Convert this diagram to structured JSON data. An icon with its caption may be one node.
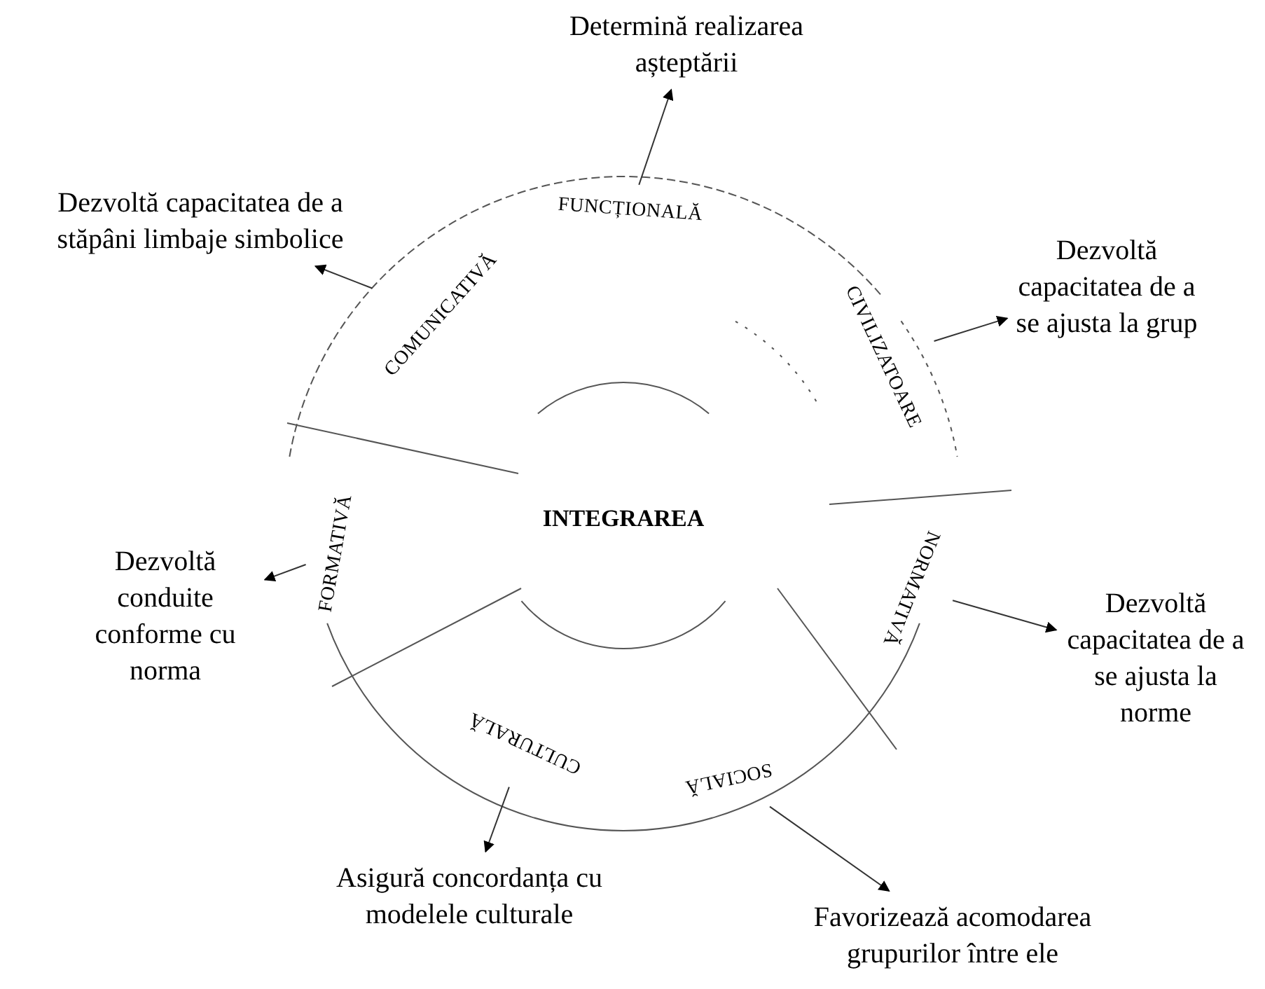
{
  "diagram": {
    "nodes": [
      {
        "text": [
          "INTEGRAREA"
        ]
      },
      {
        "text": [
          "FUNCȚIONALĂ"
        ]
      },
      {
        "text": [
          "COMUNICATIVĂ"
        ]
      },
      {
        "text": [
          "CIVILIZATOARE"
        ]
      },
      {
        "text": [
          "FORMATIVĂ"
        ]
      },
      {
        "text": [
          "NORMATIVĂ"
        ]
      },
      {
        "text": [
          "CULTURALĂ"
        ]
      },
      {
        "text": [
          "SOCIALĂ"
        ]
      },
      {
        "text": [
          "Determină realizarea așteptării"
        ]
      },
      {
        "text": [
          "Dezvoltă capacitatea de a stăpâni limbaje simbolice"
        ]
      },
      {
        "text": [
          "Dezvoltă capacitatea de a se ajusta la grup"
        ]
      },
      {
        "text": [
          "Dezvoltă conduite conforme cu norma"
        ]
      },
      {
        "text": [
          "Dezvoltă capacitatea de a se ajusta la norme"
        ]
      },
      {
        "text": [
          "Asigură concordanța cu modelele culturale"
        ]
      },
      {
        "text": [
          "Favorizează acomodarea grupurilor între ele"
        ]
      }
    ],
    "edges": [
      {
        "from": 1,
        "to": 8,
        "arrow": "to"
      },
      {
        "from": 2,
        "to": 9,
        "arrow": "to"
      },
      {
        "from": 3,
        "to": 10,
        "arrow": "to"
      },
      {
        "from": 4,
        "to": 11,
        "arrow": "to"
      },
      {
        "from": 5,
        "to": 12,
        "arrow": "to"
      },
      {
        "from": 6,
        "to": 13,
        "arrow": "to"
      },
      {
        "from": 7,
        "to": 14,
        "arrow": "to"
      }
    ]
  }
}
